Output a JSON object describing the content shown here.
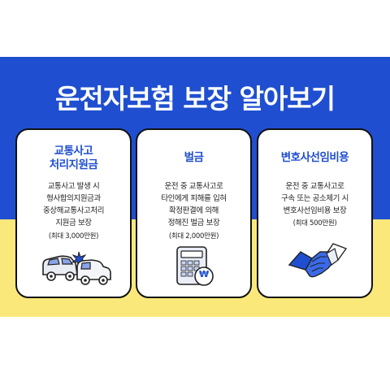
{
  "banner": {
    "title": "운전자보험 보장 알아보기"
  },
  "cards": [
    {
      "title_lines": [
        "교통사고",
        "처리지원금"
      ],
      "desc_lines": [
        "교통사고 발생 시",
        "형사합의지원금과",
        "중상해교통사고처리",
        "지원금 보장"
      ],
      "note": "(최대 3,000만원)",
      "icon": "car-crash-icon"
    },
    {
      "title_lines": [
        "벌금"
      ],
      "desc_lines": [
        "운전 중 교통사고로",
        "타인에게 피해를 입혀",
        "확정판결에 의해",
        "정해진 벌금 보장"
      ],
      "note": "(최대 2,000만원)",
      "icon": "calculator-won-icon",
      "icon_symbol": "₩"
    },
    {
      "title_lines": [
        "변호사선임비용"
      ],
      "desc_lines": [
        "운전 중 교통사고로",
        "구속 또는 공소제기 시",
        "변호사선임비용 보장"
      ],
      "note": "(최대 500만원)",
      "icon": "handshake-icon"
    }
  ],
  "colors": {
    "primary_blue": "#1f4fd0",
    "accent_yellow": "#fbe87a",
    "text_dark": "#222222"
  }
}
